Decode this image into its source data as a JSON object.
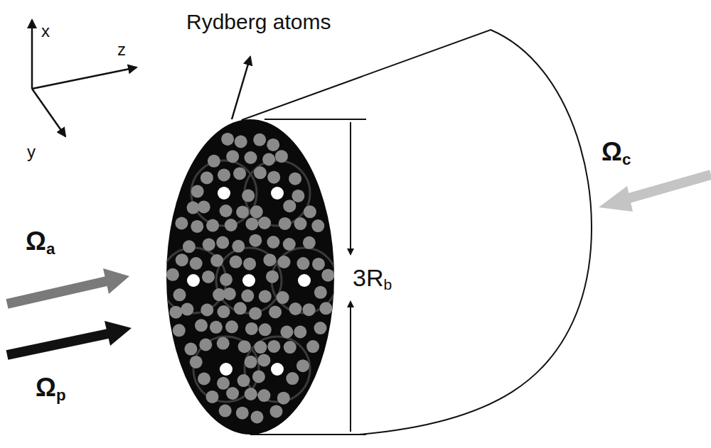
{
  "diagram": {
    "labels": [
      "x",
      "z",
      "y",
      "Rydberg atoms",
      "Ωa",
      "Ωp",
      "Ωc",
      "3Rb"
    ]
  }
}
